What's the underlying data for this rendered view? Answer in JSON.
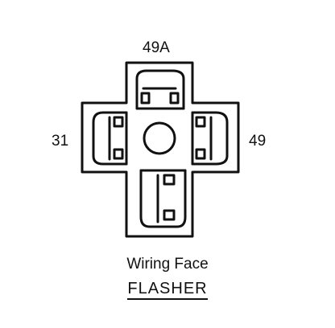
{
  "terminals": {
    "top": "49A",
    "left": "31",
    "right": "49"
  },
  "caption": {
    "line1": "Wiring Face",
    "line2": "FLASHER"
  }
}
